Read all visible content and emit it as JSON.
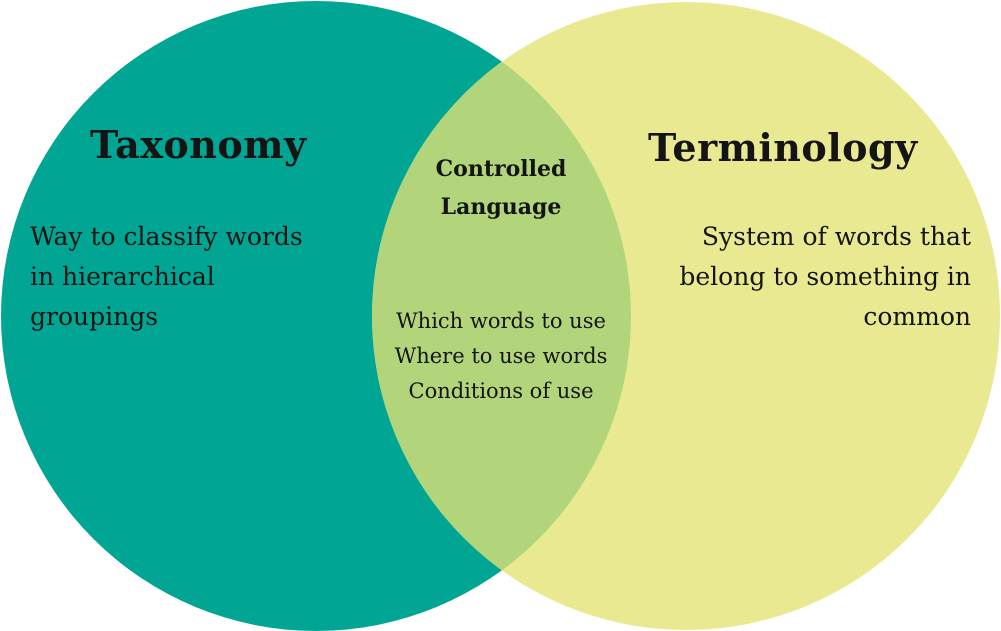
{
  "diagram": {
    "type": "venn",
    "colors": {
      "left": "#00A693",
      "right": "#E9E992",
      "overlap": "#B2D57B",
      "text": "#141414",
      "background": "#FFFFFF"
    },
    "left": {
      "title": "Taxonomy",
      "description_lines": [
        "Way to classify words",
        "in hierarchical",
        "groupings"
      ]
    },
    "right": {
      "title": "Terminology",
      "description_lines": [
        "System of words that",
        "belong to something in",
        "common"
      ]
    },
    "overlap": {
      "title_lines": [
        "Controlled",
        "Language"
      ],
      "items": [
        "Which words to use",
        "Where to use words",
        "Conditions of use"
      ]
    }
  }
}
